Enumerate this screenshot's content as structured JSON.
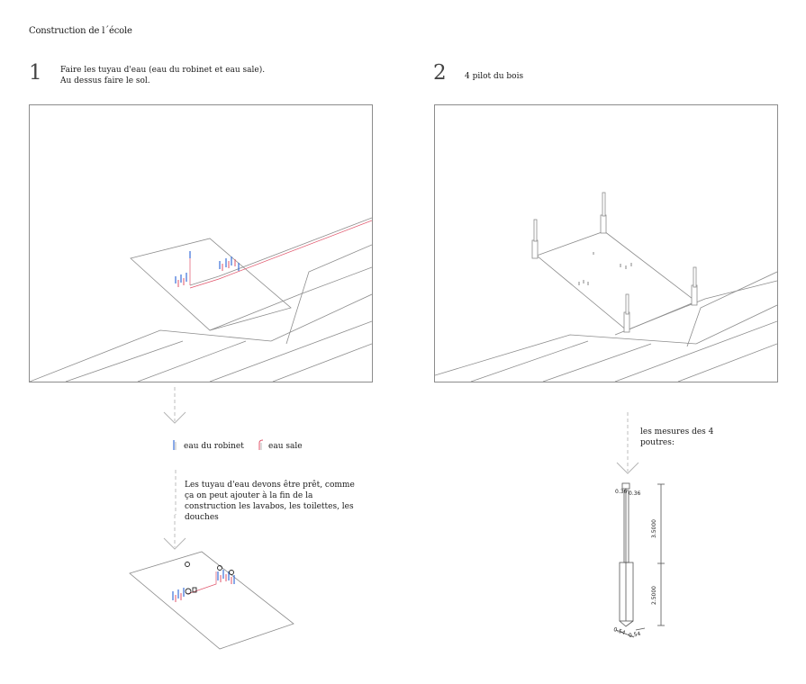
{
  "page": {
    "title": "Construction de l´école"
  },
  "steps": [
    {
      "number": "1",
      "text_line1": "Faire les tuyau d'eau (eau du robinet et eau sale).",
      "text_line2": "Au dessus faire le sol."
    },
    {
      "number": "2",
      "text_line1": "4 pilot du bois"
    }
  ],
  "legend": {
    "clean_water": "eau du robinet",
    "dirty_water": "eau sale"
  },
  "notes": {
    "pipes_line1": "Les tuyau d'eau devons être prêt, comme",
    "pipes_line2": "ça on peut ajouter à la fin de la",
    "pipes_line3": "construction les lavabos, les toilettes, les",
    "pipes_line4": "douches",
    "beams_line1": "les mesures des 4",
    "beams_line2": "poutres:"
  },
  "dimensions": {
    "top_left": "0.36",
    "top_right": "0.36",
    "upper_height": "3.5000",
    "lower_height": "2.5000",
    "base_left": "0.54",
    "base_right": "0.54"
  },
  "colors": {
    "clean_water": "#3a6fd8",
    "dirty_water": "#e0536a",
    "line": "#8c8c8c",
    "arrow": "#b5b5b5"
  }
}
